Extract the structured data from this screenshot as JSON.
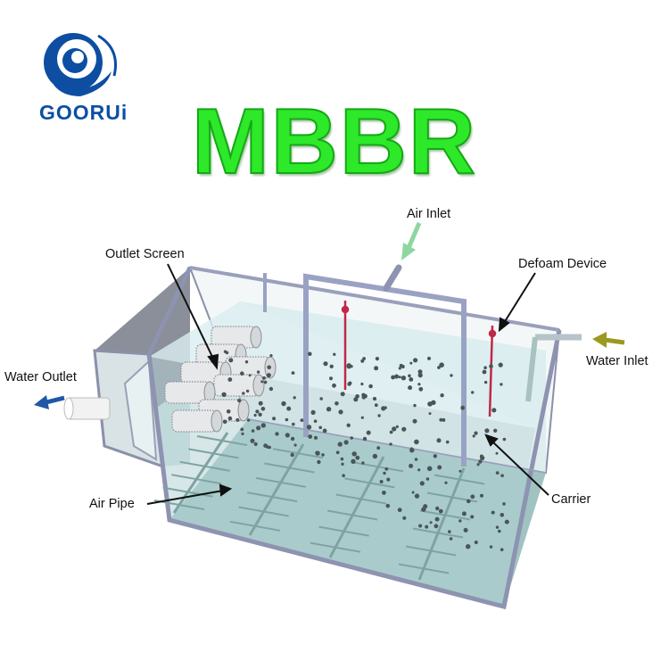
{
  "brand": {
    "logo_text": "GOORUi",
    "color": "#0d4ea3"
  },
  "title": "MBBR",
  "title_color": "#2ee82a",
  "labels": {
    "air_inlet": "Air Inlet",
    "outlet_screen": "Outlet Screen",
    "defoam_device": "Defoam Device",
    "water_inlet": "Water Inlet",
    "water_outlet": "Water Outlet",
    "air_pipe": "Air Pipe",
    "carrier": "Carrier"
  },
  "colors": {
    "water": "#cfe7ea",
    "air_arrow": "#8fd6a0",
    "inlet_arrow": "#9a9a20",
    "outlet_arrow": "#1f57a8",
    "defoam": "#c0284a"
  }
}
